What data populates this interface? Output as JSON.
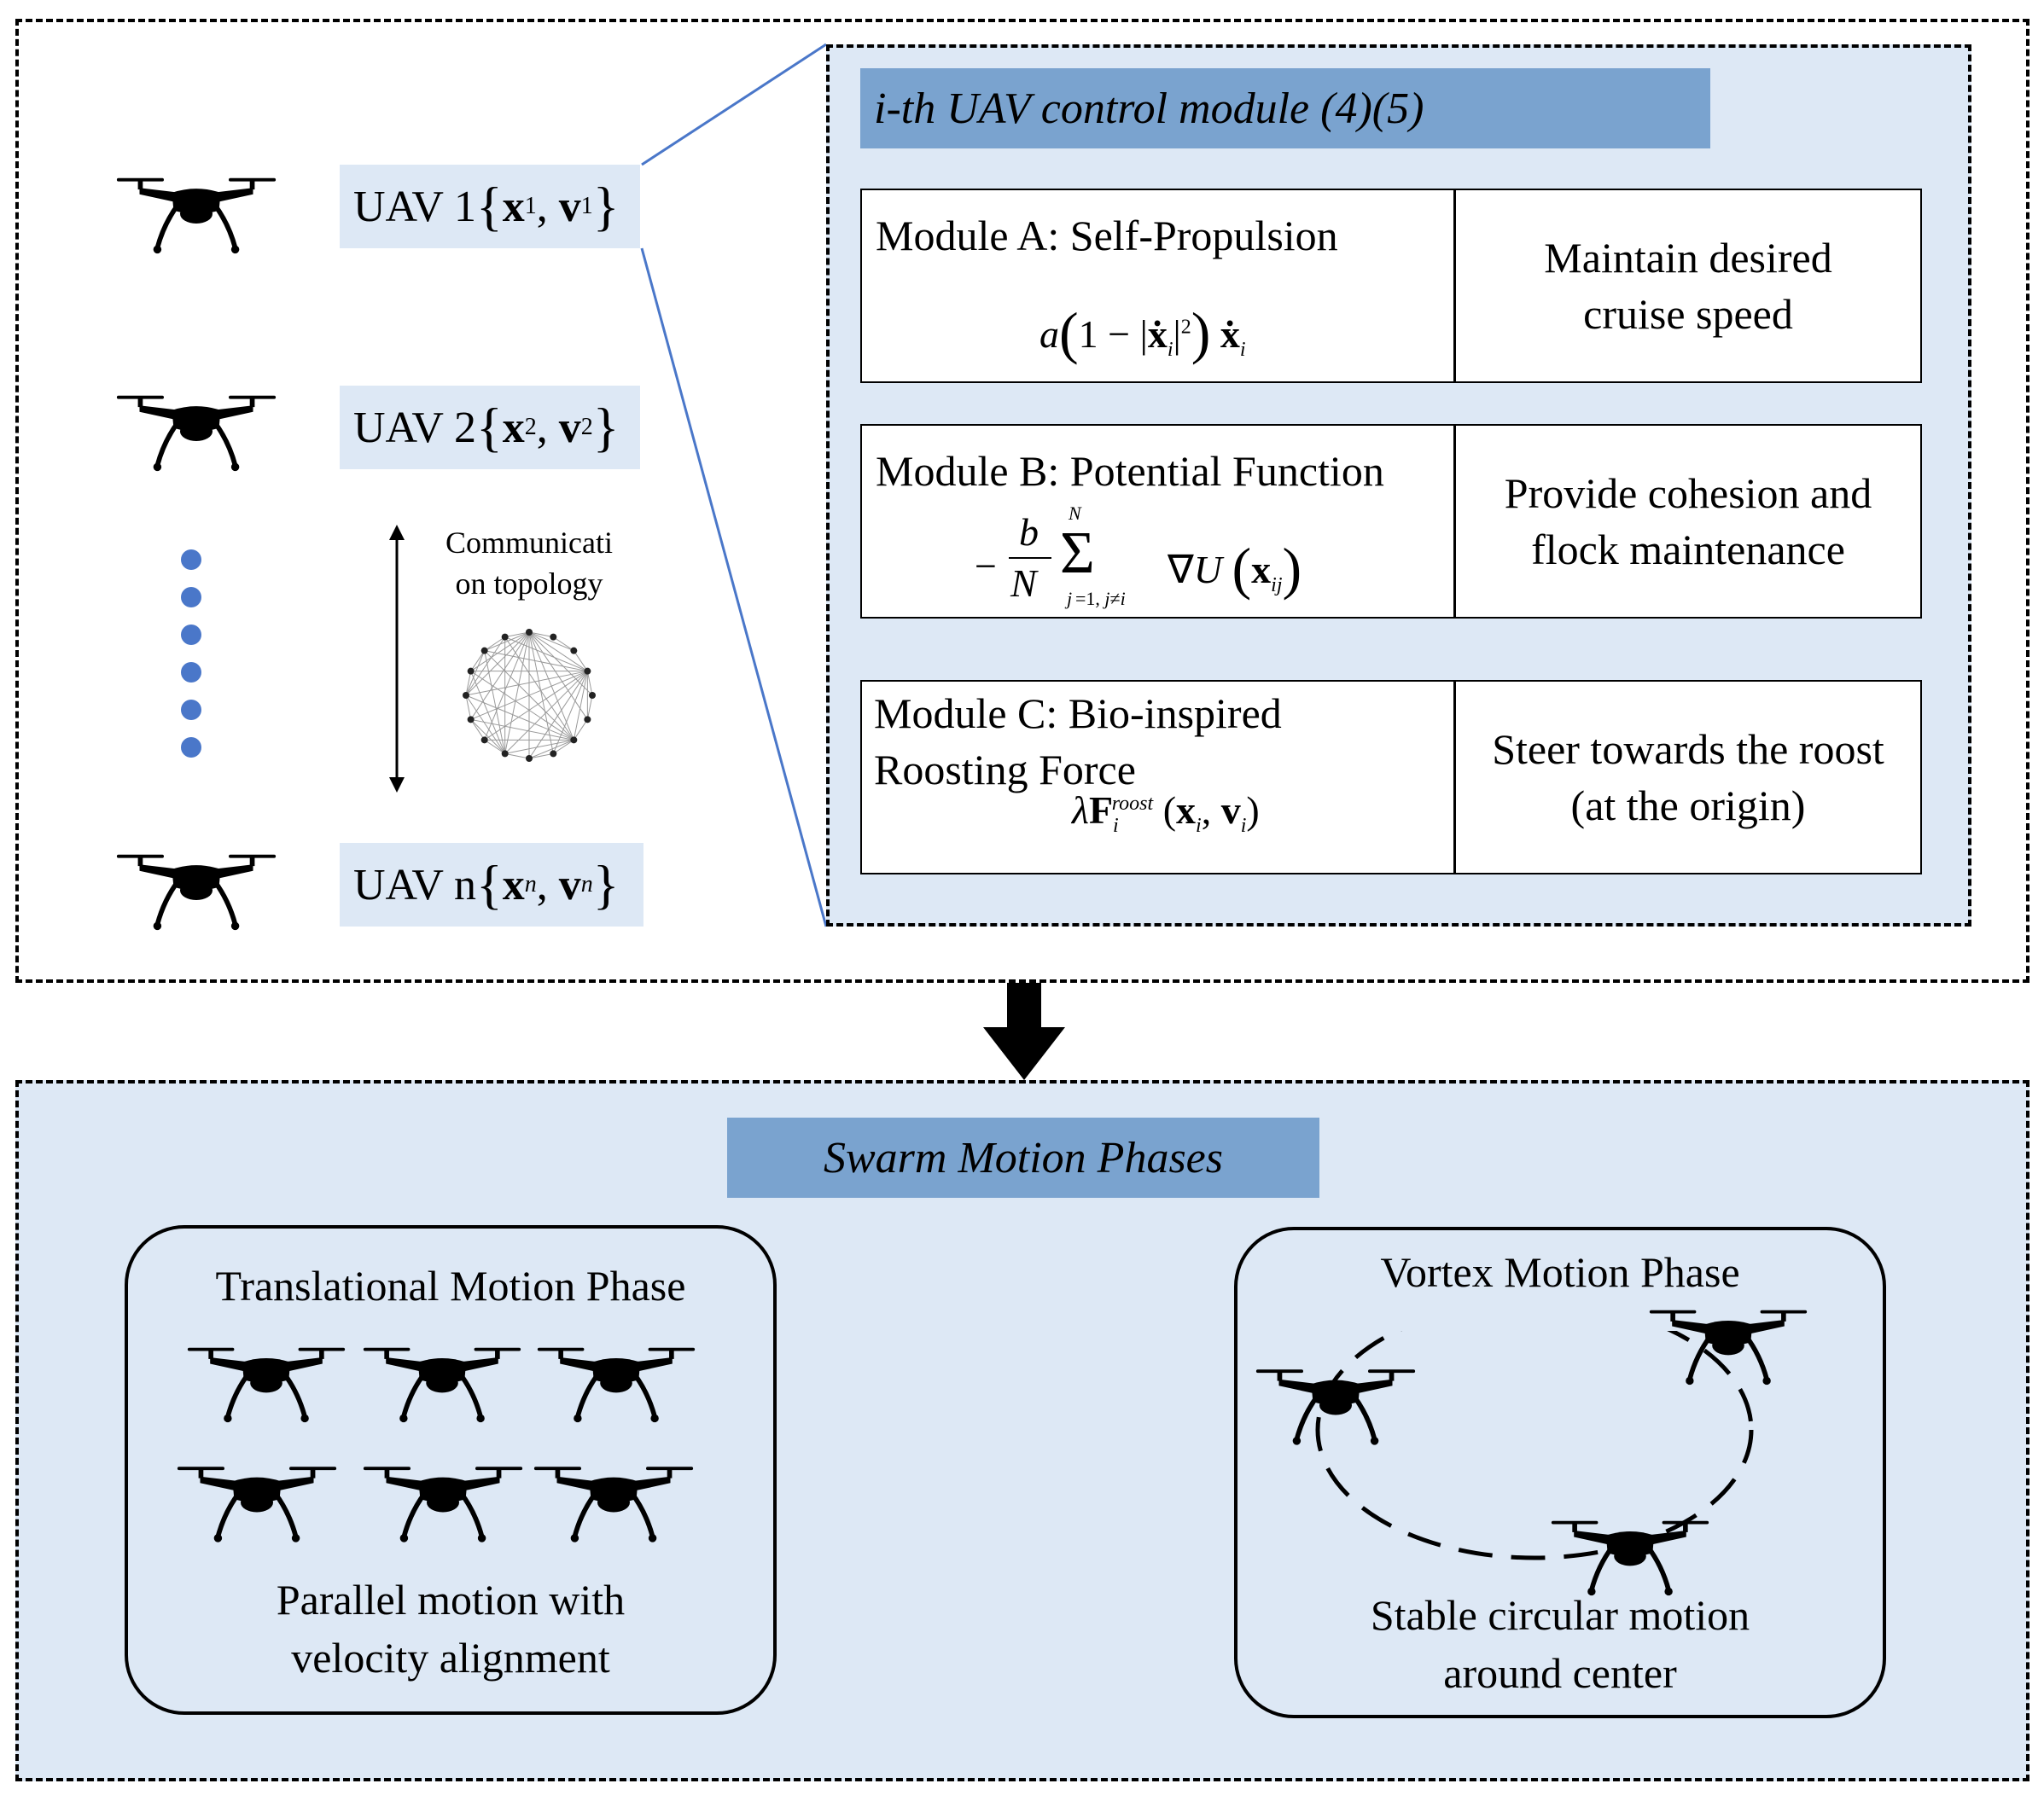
{
  "colors": {
    "light_blue": "#dde8f5",
    "header_blue": "#7aa3cf",
    "accent_blue": "#4a77c9",
    "line": "#000000"
  },
  "uavs": [
    {
      "prefix": "UAV 1",
      "x": "x",
      "v": "v",
      "sub": "1"
    },
    {
      "prefix": "UAV 2",
      "x": "x",
      "v": "v",
      "sub": "2"
    },
    {
      "prefix": "UAV n",
      "x": "x",
      "v": "v",
      "sub": "n"
    }
  ],
  "communication": {
    "label_line1": "Communicati",
    "label_line2": "on topology",
    "icon": "network-graph-icon"
  },
  "control_module": {
    "title": "i-th UAV control module (4)(5)",
    "modules": [
      {
        "title_lines": [
          "Module A: Self-Propulsion"
        ],
        "formula": "a(1 − |ẋᵢ|²) ẋᵢ",
        "desc_lines": [
          "Maintain desired",
          "cruise speed"
        ]
      },
      {
        "title_lines": [
          "Module B: Potential Function"
        ],
        "formula": "−(b/N) Σ_{j=1, j≠i}^{N} ∇U(x_ij)",
        "desc_lines": [
          "Provide cohesion and",
          "flock maintenance"
        ]
      },
      {
        "title_lines": [
          "Module C: Bio-inspired",
          "Roosting Force"
        ],
        "formula": "λF_i^roost(x_i, v_i)",
        "desc_lines": [
          "Steer towards the roost",
          "(at the origin)"
        ]
      }
    ]
  },
  "swarm": {
    "title": "Swarm Motion Phases",
    "translational": {
      "title": "Translational Motion Phase",
      "desc_lines": [
        "Parallel motion with",
        "velocity alignment"
      ]
    },
    "vortex": {
      "title": "Vortex Motion Phase",
      "desc_lines": [
        "Stable circular motion",
        "around center"
      ]
    }
  }
}
